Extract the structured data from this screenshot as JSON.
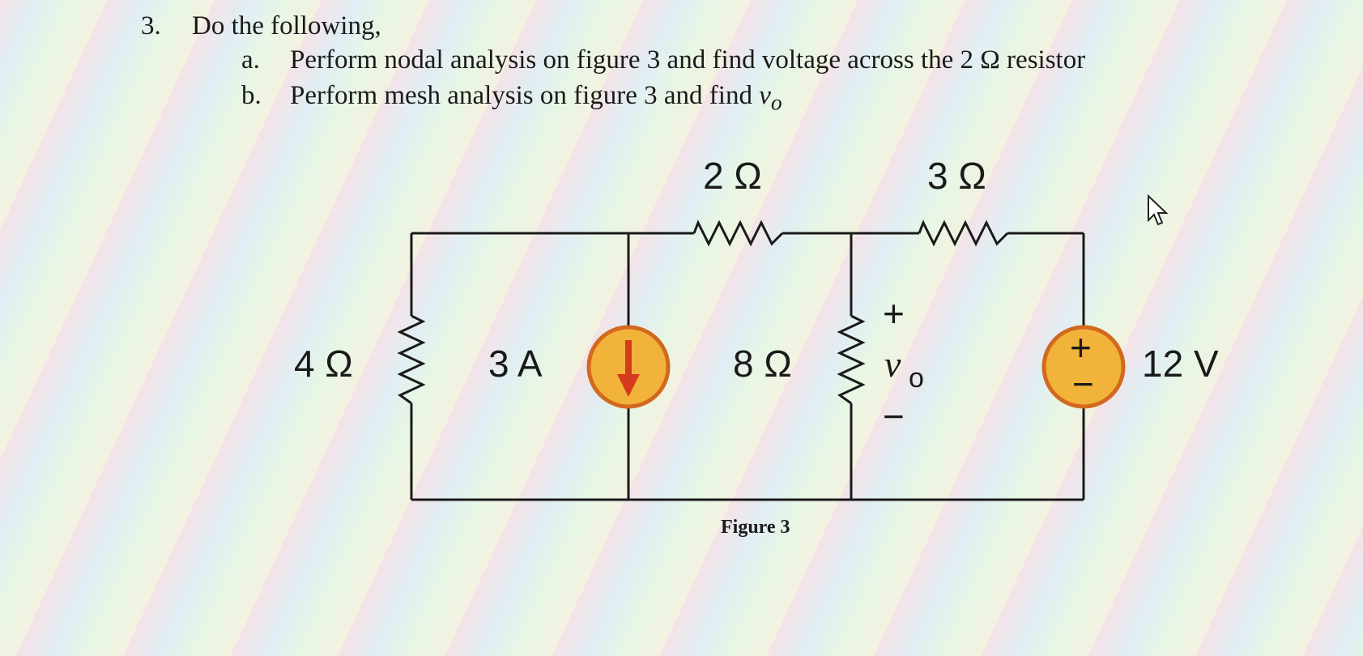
{
  "question": {
    "number": "3.",
    "title": "Do the following,",
    "items": [
      {
        "letter": "a.",
        "text": "Perform nodal analysis on figure 3 and find voltage across the 2 Ω resistor"
      },
      {
        "letter": "b.",
        "text": "Perform mesh analysis on figure 3 and find ",
        "var": "v",
        "sub": "o"
      }
    ]
  },
  "circuit": {
    "r_top_left": "2 Ω",
    "r_top_right": "3 Ω",
    "r_left": "4 Ω",
    "current_source": "3 A",
    "r_middle": "8 Ω",
    "vo_plus": "+",
    "vo_var": "v",
    "vo_sub": "o",
    "vo_minus": "−",
    "voltage_source": "12 V",
    "source_plus": "+",
    "source_minus": "−"
  },
  "figure_caption": "Figure 3",
  "colors": {
    "source_fill": "#f2b33a",
    "source_ring": "#d2691e",
    "arrow": "#d63b1e"
  }
}
